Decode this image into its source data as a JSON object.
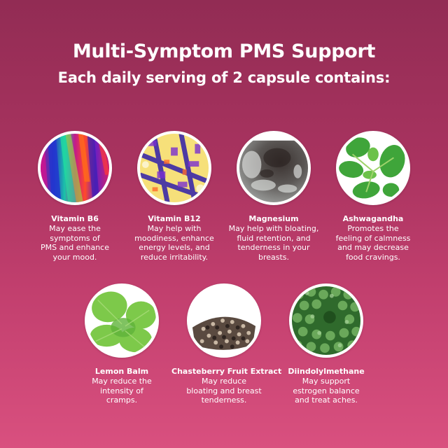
{
  "header": {
    "title": "Multi-Symptom PMS Support",
    "subtitle": "Each daily serving of 2 capsule contains:"
  },
  "colors": {
    "background_top": "#922c54",
    "background_bottom": "#d9507f",
    "text": "#ffffff",
    "circle_border": "#ffffff"
  },
  "ingredients": [
    {
      "name": "Vitamin B6",
      "image": "vitamin-b6-crystal-micrograph",
      "lines": [
        "May ease the",
        "symptoms of",
        "PMS and enhance",
        "your mood."
      ]
    },
    {
      "name": "Vitamin B12",
      "image": "vitamin-b12-crystal-micrograph",
      "lines": [
        "May help with",
        "moodiness, enhance",
        "energy levels, and",
        "reduce irritability."
      ]
    },
    {
      "name": "Magnesium",
      "image": "magnesium-mineral-rock",
      "lines": [
        "May help with bloating,",
        "fluid retention, and",
        "tenderness in your",
        "breasts."
      ]
    },
    {
      "name": "Ashwagandha",
      "image": "ashwagandha-leaves",
      "lines": [
        "Promotes the",
        "feeling of calmness",
        "and may decrease",
        "food cravings."
      ]
    },
    {
      "name": "Lemon Balm",
      "image": "lemon-balm-leaves",
      "lines": [
        "May reduce the",
        "intensity of",
        "cramps."
      ]
    },
    {
      "name": "Chasteberry Fruit Extract",
      "image": "chasteberry-seeds",
      "lines": [
        "May reduce",
        "bloating and breast",
        "tenderness."
      ]
    },
    {
      "name": "Diindolylmethane",
      "image": "broccoli-florets",
      "lines": [
        "May support",
        "estrogen balance",
        "and treat aches."
      ]
    }
  ]
}
